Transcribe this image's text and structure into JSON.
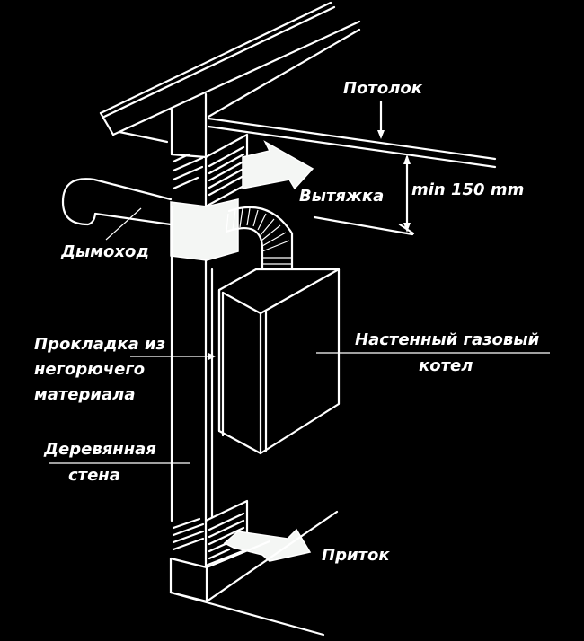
{
  "diagram": {
    "title": "Установка настенного газового котла у деревянной стены",
    "colors": {
      "background": "#000000",
      "lines": "#ffffff",
      "arrows": "#f4f6f4"
    },
    "labels": {
      "ceiling": "Потолок",
      "exhaust": "Вытяжка",
      "clearance": "min 150 mm",
      "chimney": "Дымоход",
      "gasket_line1": "Прокладка из",
      "gasket_line2": "негорючего",
      "gasket_line3": "материала",
      "boiler_line1": "Настенный газовый",
      "boiler_line2": "котел",
      "wall_line1": "Деревянная",
      "wall_line2": "стена",
      "intake": "Приток"
    },
    "components": [
      "roof",
      "ceiling",
      "wooden-wall",
      "exhaust-vent-grille",
      "chimney-pipe",
      "non-combustible-gasket",
      "flexible-flue-duct",
      "wall-mounted-gas-boiler",
      "intake-vent-grille",
      "floor"
    ]
  }
}
